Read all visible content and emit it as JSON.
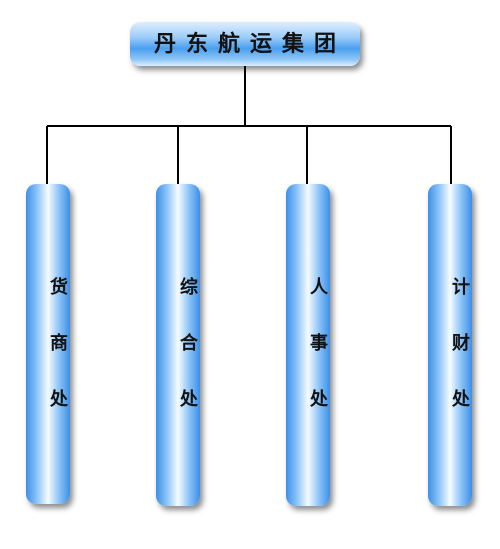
{
  "org_chart": {
    "root": "丹东航运集团",
    "departments": [
      {
        "name": "货商处"
      },
      {
        "name": "综合处"
      },
      {
        "name": "人事处"
      },
      {
        "name": "计财处"
      }
    ]
  },
  "colors": {
    "connector": "#000000",
    "box_blue": "#4a9ff0",
    "box_highlight": "#f6fbff",
    "text": "#111111"
  }
}
